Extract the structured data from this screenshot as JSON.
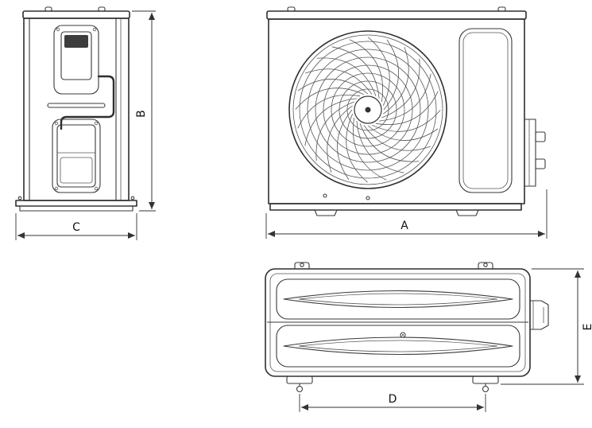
{
  "diagram": {
    "labels": {
      "a": "A",
      "b": "B",
      "c": "C",
      "d": "D",
      "e": "E"
    }
  },
  "colors": {
    "background": "#ffffff",
    "line": "#2e2e2e",
    "dimension": "#333333"
  }
}
